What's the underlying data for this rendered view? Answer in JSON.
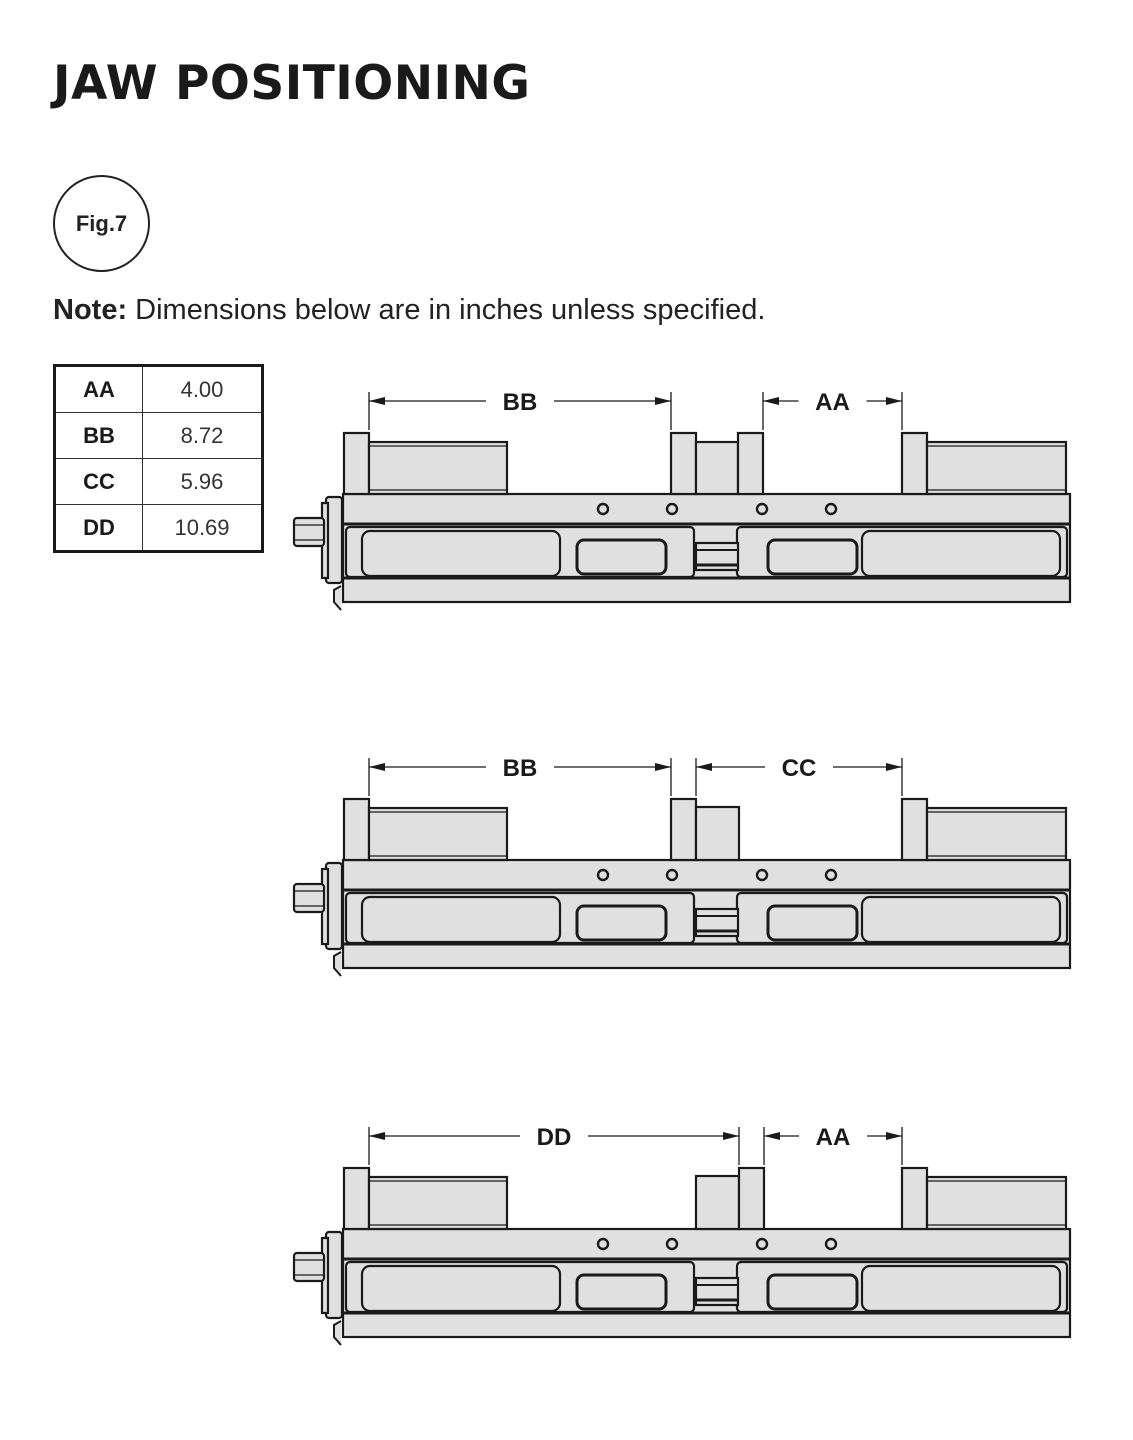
{
  "header": {
    "title": "JAW POSITIONING",
    "figure_label": "Fig.7",
    "note_label": "Note:",
    "note_text": "Dimensions below are in inches unless specified."
  },
  "dimensions_table": [
    {
      "key": "AA",
      "value": "4.00"
    },
    {
      "key": "BB",
      "value": "8.72"
    },
    {
      "key": "CC",
      "value": "5.96"
    },
    {
      "key": "DD",
      "value": "10.69"
    }
  ],
  "configurations": [
    {
      "name": "config-1",
      "left_dim": "BB",
      "right_dim": "AA",
      "middle": "double-jaw"
    },
    {
      "name": "config-2",
      "left_dim": "BB",
      "right_dim": "CC",
      "middle": "jaw-facing-left"
    },
    {
      "name": "config-3",
      "left_dim": "DD",
      "right_dim": "AA",
      "middle": "jaw-facing-right"
    }
  ],
  "colors": {
    "part_fill": "#e0e0e0",
    "outline": "#1a1a1a",
    "background": "#ffffff"
  }
}
